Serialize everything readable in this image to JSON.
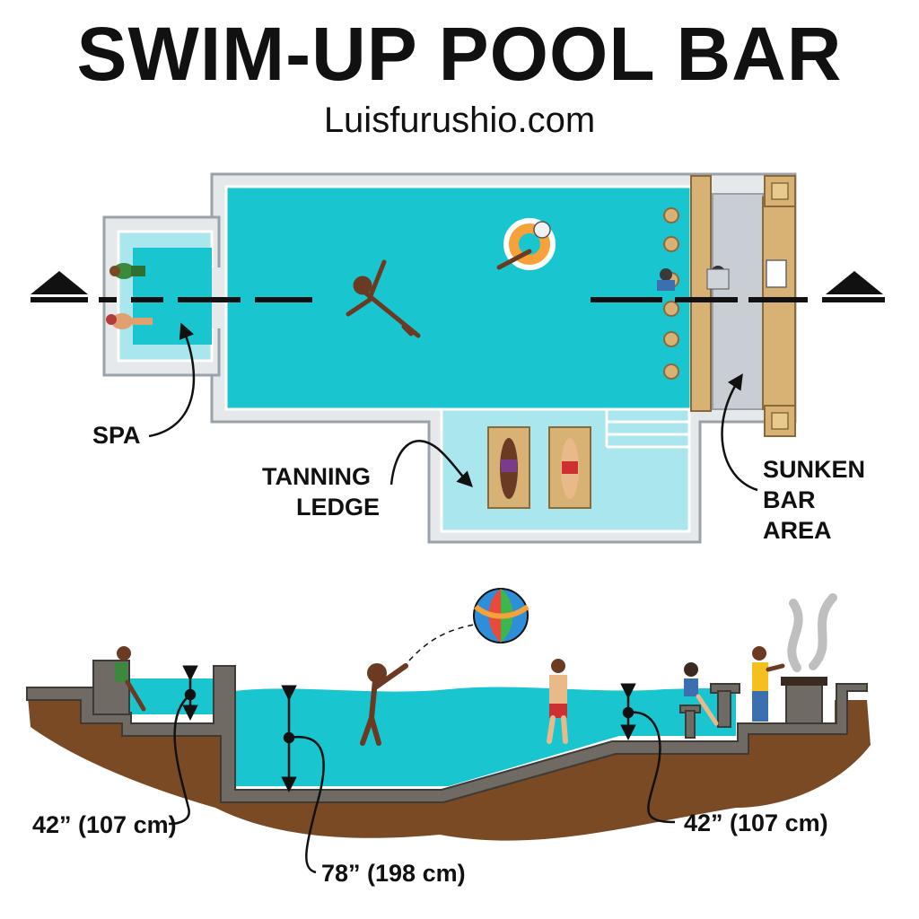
{
  "title": "SWIM-UP POOL BAR",
  "subtitle": "Luisfurushio.com",
  "colors": {
    "water": "#19c6cf",
    "water_light": "#a9e6ee",
    "deck": "#e6e9ec",
    "wall": "#9aa1a8",
    "wood": "#d8b274",
    "soil": "#7a4a25",
    "concrete": "#6f6a64",
    "ink": "#111111"
  },
  "plan_labels": {
    "spa": "SPA",
    "tanning_line1": "TANNING",
    "tanning_line2": "LEDGE",
    "sunken_line1": "SUNKEN",
    "sunken_line2": "BAR",
    "sunken_line3": "AREA"
  },
  "section_labels": {
    "spa_depth": "42” (107 cm)",
    "deep_depth": "78” (198 cm)",
    "bar_depth": "42” (107 cm)"
  },
  "icons": [
    "section-marker-triangle-icon",
    "beach-ball-icon",
    "smoke-icon",
    "swimmer-icon"
  ]
}
